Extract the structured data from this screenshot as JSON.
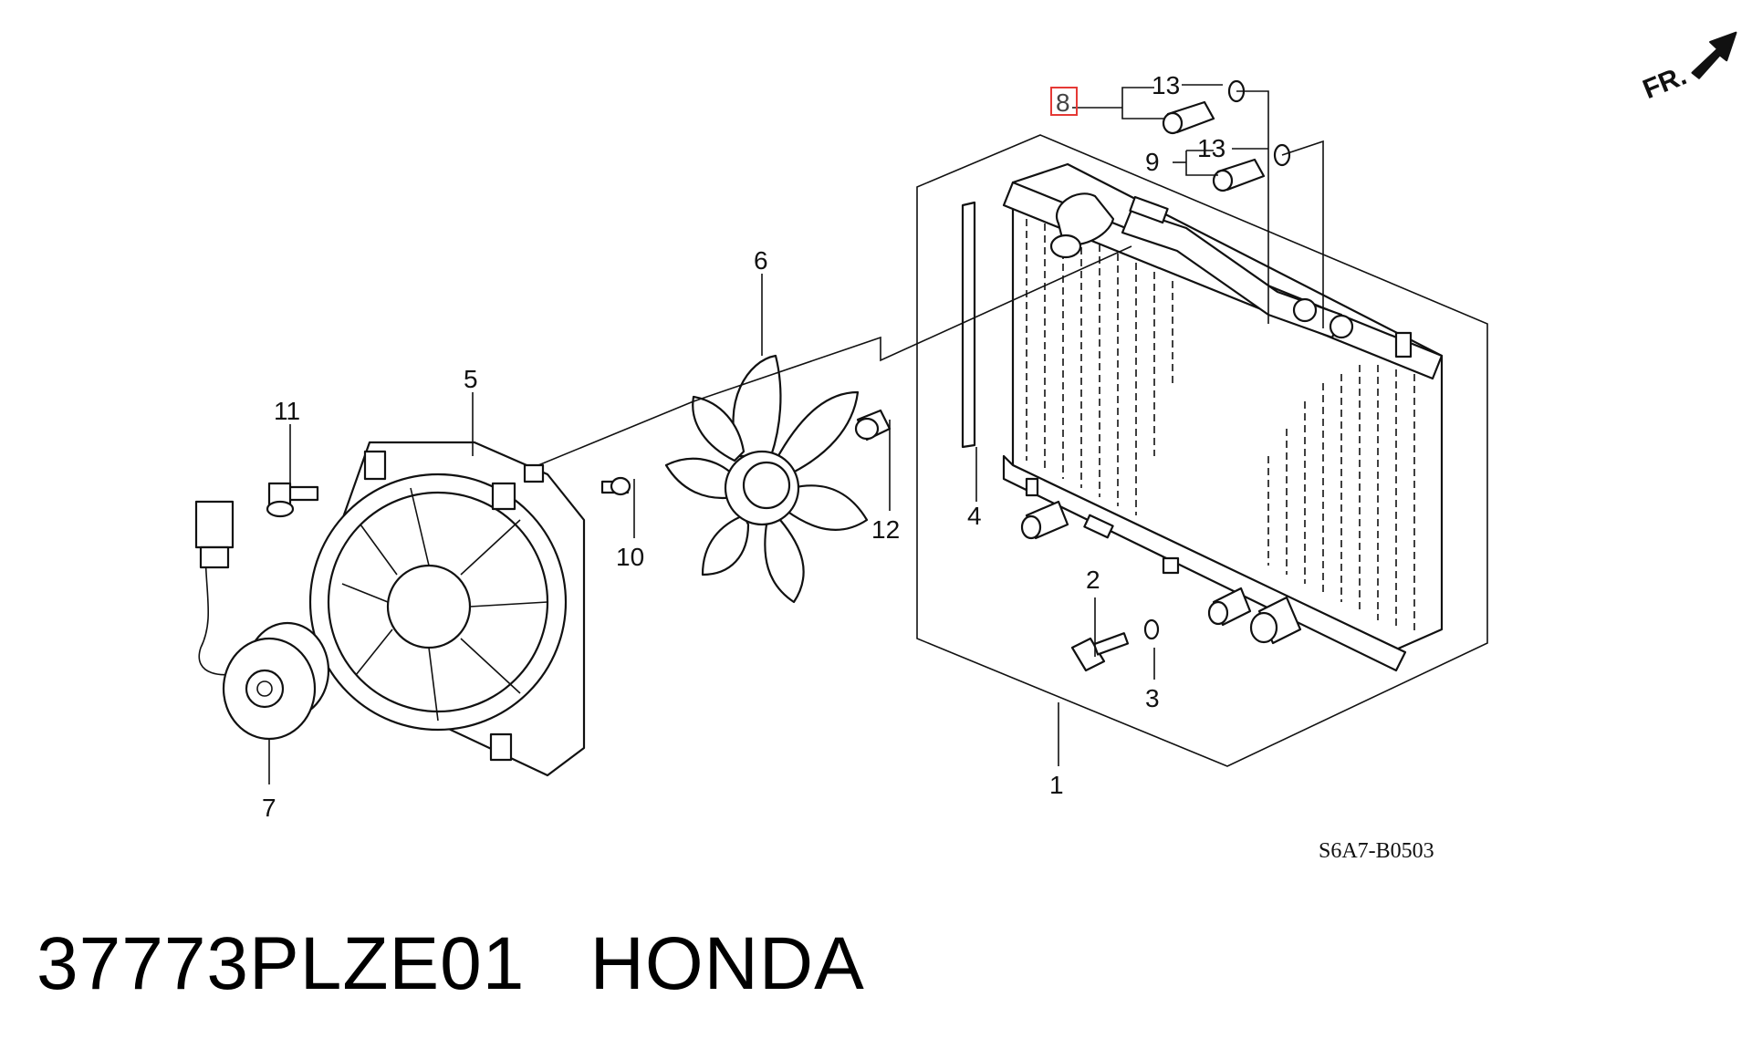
{
  "diagram": {
    "callouts": [
      {
        "id": "1",
        "label": "1"
      },
      {
        "id": "2",
        "label": "2"
      },
      {
        "id": "3",
        "label": "3"
      },
      {
        "id": "4",
        "label": "4"
      },
      {
        "id": "5",
        "label": "5"
      },
      {
        "id": "6",
        "label": "6"
      },
      {
        "id": "7",
        "label": "7"
      },
      {
        "id": "8",
        "label": "8",
        "highlighted": true,
        "highlight_color": "#e53935"
      },
      {
        "id": "9",
        "label": "9"
      },
      {
        "id": "10",
        "label": "10"
      },
      {
        "id": "11",
        "label": "11"
      },
      {
        "id": "12",
        "label": "12"
      },
      {
        "id": "13a",
        "label": "13"
      },
      {
        "id": "13b",
        "label": "13"
      }
    ],
    "drawing_code": "S6A7-B0503",
    "direction_label": "FR."
  },
  "caption": {
    "part_number": "37773PLZE01",
    "brand": "HONDA"
  }
}
